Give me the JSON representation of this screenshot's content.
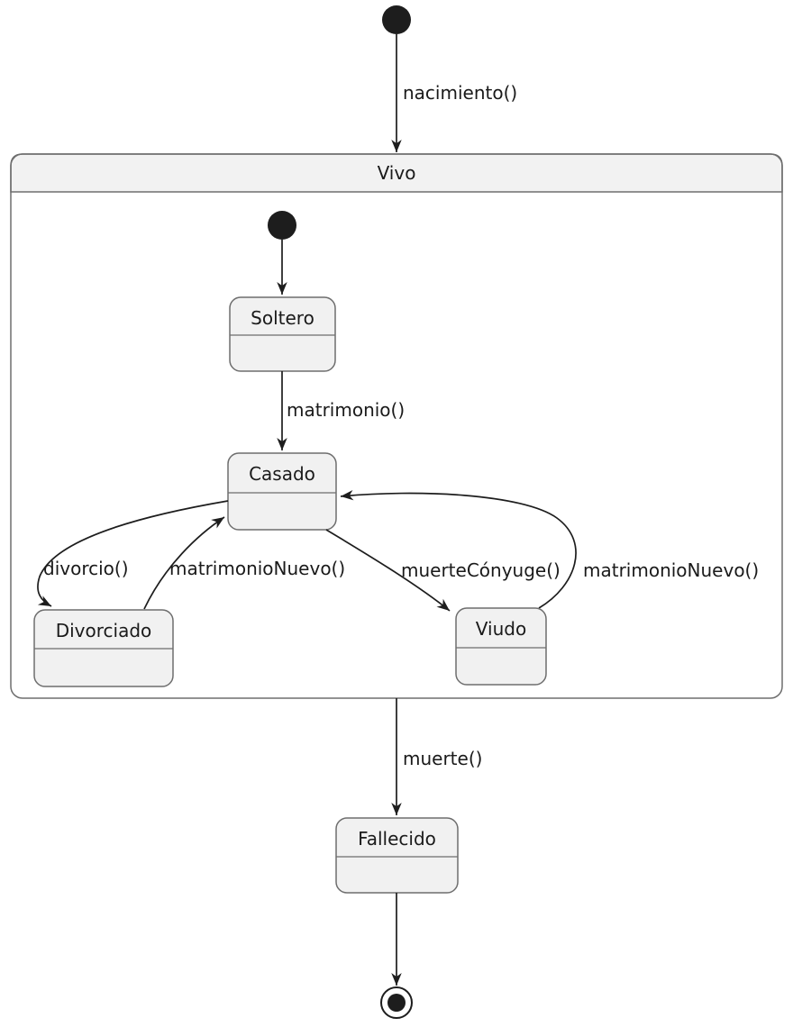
{
  "diagram": {
    "kind": "uml-state-diagram",
    "composite": {
      "label": "Vivo"
    },
    "states": [
      {
        "label": "Soltero"
      },
      {
        "label": "Casado"
      },
      {
        "label": "Divorciado"
      },
      {
        "label": "Viudo"
      },
      {
        "label": "Fallecido"
      }
    ],
    "transitions": [
      {
        "from": "initial",
        "to": "Vivo",
        "label": "nacimiento()"
      },
      {
        "from": "vivo-initial",
        "to": "Soltero",
        "label": ""
      },
      {
        "from": "Soltero",
        "to": "Casado",
        "label": "matrimonio()"
      },
      {
        "from": "Casado",
        "to": "Divorciado",
        "label": "divorcio()"
      },
      {
        "from": "Divorciado",
        "to": "Casado",
        "label": "matrimonioNuevo()"
      },
      {
        "from": "Casado",
        "to": "Viudo",
        "label": "muerteCónyuge()"
      },
      {
        "from": "Viudo",
        "to": "Casado",
        "label": "matrimonioNuevo()"
      },
      {
        "from": "Vivo",
        "to": "Fallecido",
        "label": "muerte()"
      },
      {
        "from": "Fallecido",
        "to": "final",
        "label": ""
      }
    ],
    "colors": {
      "background": "#ffffff",
      "state_fill": "#f1f1f1",
      "composite_title_fill": "#f2f2f2",
      "state_border": "#6e6e6e",
      "edge_line": "#1d1d1d",
      "text": "#1a1a1a"
    }
  }
}
